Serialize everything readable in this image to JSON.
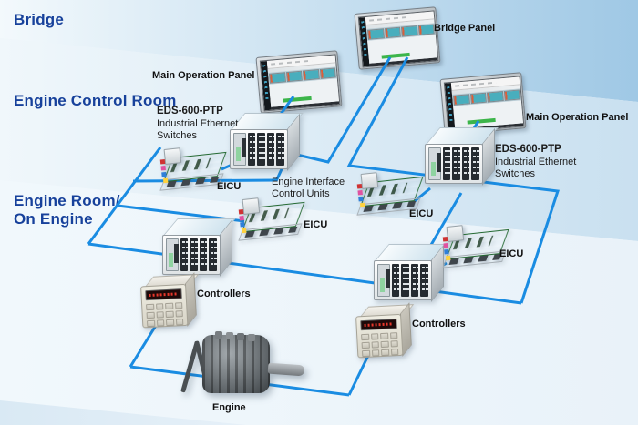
{
  "colors": {
    "network_line": "#1a8ce2",
    "section_label": "#17419b",
    "band_blue": "#a4cbe6"
  },
  "sections": {
    "bridge": "Bridge",
    "engine_control_room": "Engine Control Room",
    "engine_room_line1": "Engine Room/",
    "engine_room_line2": "On Engine"
  },
  "devices": {
    "bridge_panel": {
      "label": "Bridge Panel"
    },
    "main_operation_panel_left": {
      "label": "Main Operation Panel"
    },
    "main_operation_panel_right": {
      "label": "Main Operation Panel"
    },
    "eds_switch_left": {
      "name": "EDS-600-PTP",
      "desc1": "Industrial Ethernet",
      "desc2": "Switches"
    },
    "eds_switch_right": {
      "name": "EDS-600-PTP",
      "desc1": "Industrial Ethernet",
      "desc2": "Switches"
    },
    "eicu_group": {
      "line1": "Engine Interface",
      "line2": "Control Units"
    },
    "eicu_ecr_left": {
      "label": "EICU"
    },
    "eicu_center": {
      "label": "EICU"
    },
    "eicu_right_center": {
      "label": "EICU"
    },
    "eicu_engine_room_right": {
      "label": "EICU"
    },
    "controllers_left": {
      "label": "Controllers"
    },
    "controllers_right": {
      "label": "Controllers"
    },
    "engine": {
      "label": "Engine"
    }
  }
}
